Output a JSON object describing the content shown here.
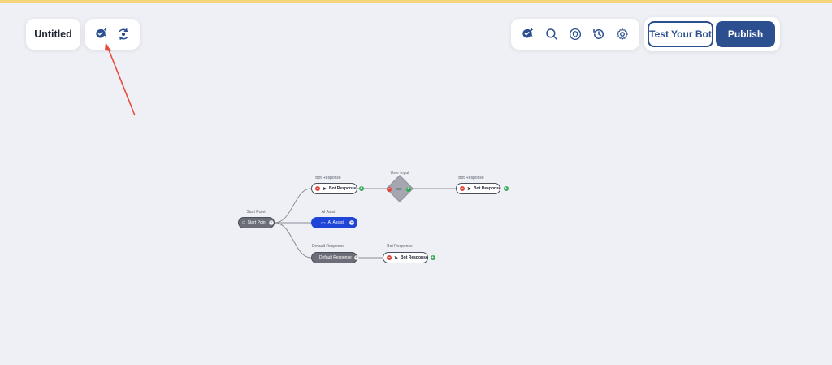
{
  "toolbar": {
    "title": "Untitled",
    "left_icons": [
      "ai-assist-icon",
      "sync-icon"
    ],
    "right_icons": [
      "ai-assist-icon",
      "search-icon",
      "shield-icon",
      "history-icon",
      "settings-icon"
    ],
    "test_bot_label": "Test Your Bot",
    "publish_label": "Publish"
  },
  "colors": {
    "accent": "#2b4f8f",
    "node_blue": "#1f45d8",
    "node_gray": "#6b6e78",
    "annotation_arrow": "#e84b3c",
    "top_stripe": "#f6d57a"
  },
  "flow": {
    "start": {
      "label": "Start Point",
      "text": "Start Point"
    },
    "bot_response_1": {
      "label": "Bot Response",
      "text": "Bot Response"
    },
    "user_input": {
      "label": "User Input"
    },
    "bot_response_2": {
      "label": "Bot Response",
      "text": "Bot Response"
    },
    "ai_assist": {
      "label": "AI Asist",
      "text": "AI Assist"
    },
    "default_response": {
      "label": "Default Response",
      "text": "Default Response"
    },
    "bot_response_3": {
      "label": "Bot Response",
      "text": "Bot Response"
    }
  }
}
